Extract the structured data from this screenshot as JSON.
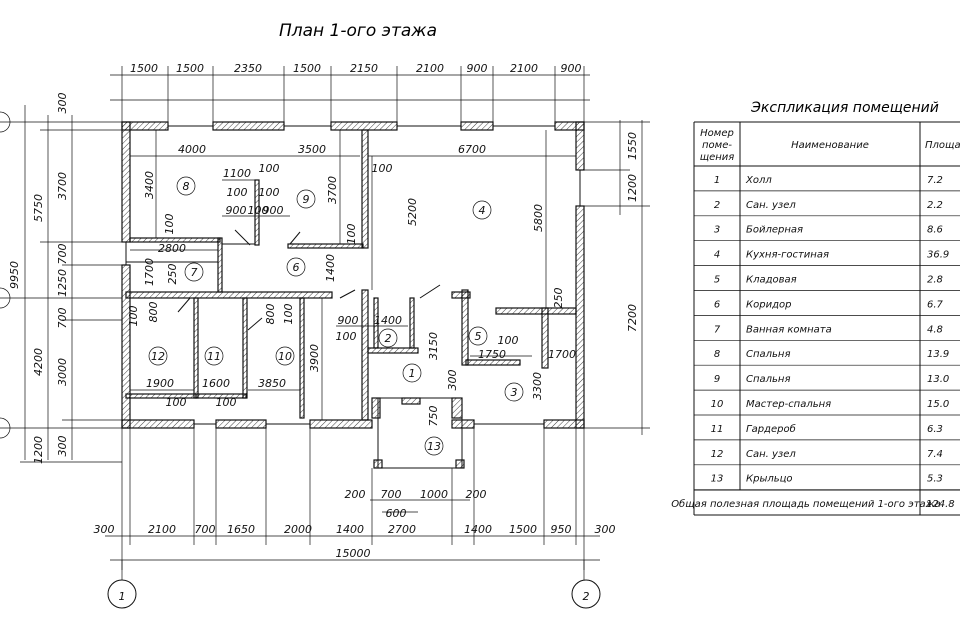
{
  "plan": {
    "title": "План 1-ого этажа",
    "top_dims": [
      "1500",
      "1500",
      "2350",
      "1500",
      "2150",
      "2100",
      "900",
      "2100",
      "900"
    ],
    "bottom_dims": [
      "300",
      "2100",
      "700",
      "1650",
      "2000",
      "1400",
      "2700",
      "1400",
      "1500",
      "950",
      "300"
    ],
    "total_width": "15000",
    "porch_dims": [
      "200",
      "700",
      "1000",
      "200"
    ],
    "porch_center": "600",
    "left_outer": "9950",
    "left_mid": [
      "5750",
      "4200"
    ],
    "left_inner": [
      "300",
      "3700",
      "700",
      "1250",
      "700",
      "3000",
      "300"
    ],
    "left_extra": "1200",
    "right_dims": [
      "1550",
      "1200",
      "7200"
    ],
    "axes": [
      "1",
      "2"
    ],
    "interior_dims": {
      "d4000": "4000",
      "d3500": "3500",
      "d6700": "6700",
      "d3400": "3400",
      "d1100": "1100",
      "d100a": "100",
      "d100b": "100",
      "d100c": "100",
      "d100d": "100",
      "d900a": "900",
      "d900b": "900",
      "d3700b": "3700",
      "d100e": "100",
      "d5200": "5200",
      "d5800": "5800",
      "d100f": "100",
      "d2800": "2800",
      "d1700a": "1700",
      "d250a": "250",
      "d1400a": "1400",
      "d100g": "100",
      "d800a": "800",
      "d800b": "800",
      "d100h": "100",
      "d100i": "100",
      "d1400b": "1400",
      "d900c": "900",
      "d100j": "100",
      "d3150": "3150",
      "d250b": "250",
      "d100k": "100",
      "d1750": "1750",
      "d1700b": "1700",
      "d3900": "3900",
      "d3850": "3850",
      "d1900": "1900",
      "d1600": "1600",
      "d100l": "100",
      "d100m": "100",
      "d300": "300",
      "d3300": "3300",
      "d750": "750"
    },
    "room_numbers": [
      "1",
      "2",
      "3",
      "4",
      "5",
      "6",
      "7",
      "8",
      "9",
      "10",
      "11",
      "12",
      "13"
    ]
  },
  "explication": {
    "title": "Экспликация помещений",
    "headers": {
      "number": [
        "Номер",
        "поме-",
        "щения"
      ],
      "name": "Наименование",
      "area": "Площадь"
    },
    "rows": [
      {
        "n": "1",
        "name": "Холл",
        "area": "7.2"
      },
      {
        "n": "2",
        "name": "Сан. узел",
        "area": "2.2"
      },
      {
        "n": "3",
        "name": "Бойлерная",
        "area": "8.6"
      },
      {
        "n": "4",
        "name": "Кухня-гостиная",
        "area": "36.9"
      },
      {
        "n": "5",
        "name": "Кладовая",
        "area": "2.8"
      },
      {
        "n": "6",
        "name": "Коридор",
        "area": "6.7"
      },
      {
        "n": "7",
        "name": "Ванная комната",
        "area": "4.8"
      },
      {
        "n": "8",
        "name": "Спальня",
        "area": "13.9"
      },
      {
        "n": "9",
        "name": "Спальня",
        "area": "13.0"
      },
      {
        "n": "10",
        "name": "Мастер-спальня",
        "area": "15.0"
      },
      {
        "n": "11",
        "name": "Гардероб",
        "area": "6.3"
      },
      {
        "n": "12",
        "name": "Сан. узел",
        "area": "7.4"
      },
      {
        "n": "13",
        "name": "Крыльцо",
        "area": "5.3"
      }
    ],
    "total_label": "Общая полезная площадь помещений 1-ого этажа",
    "total_value": "124.8"
  }
}
